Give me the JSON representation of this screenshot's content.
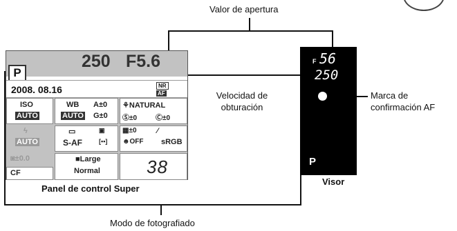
{
  "labels": {
    "aperture_value": "Valor de apertura",
    "shutter_speed": "Velocidad de obturación",
    "af_confirm": "Marca de confirmación AF",
    "shooting_mode": "Modo de fotografiado",
    "panel_title": "Panel de control Super",
    "viewfinder_title": "Visor"
  },
  "panel": {
    "shutter": "250",
    "aperture": "F5.6",
    "mode": "P",
    "date": "2008. 08.16",
    "nr_badge": "NR",
    "af_badge": "AF",
    "iso_label": "ISO",
    "iso_value": "AUTO",
    "wb_label": "WB",
    "wb_value": "AUTO",
    "wb_a": "A±0",
    "wb_g": "G±0",
    "picture_mode": "NATURAL",
    "sat": "±0",
    "contrast": "±0",
    "sharp": "±0",
    "flash_value": "AUTO",
    "focus": "S-AF",
    "face": "OFF",
    "color_space": "sRGB",
    "flash_comp": "±0.0",
    "cf": "CF",
    "quality_large": "Large",
    "quality_normal": "Normal",
    "remaining": "38"
  },
  "viewfinder": {
    "aperture": "56",
    "f": "F",
    "shutter": "250",
    "mode": "P"
  }
}
